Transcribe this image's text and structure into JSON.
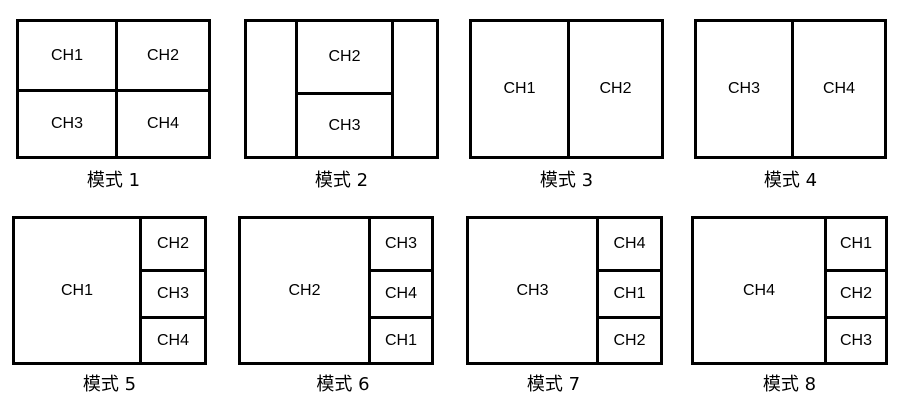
{
  "modes": [
    {
      "caption": "模式 1",
      "labels": [
        "CH1",
        "CH2",
        "CH3",
        "CH4"
      ]
    },
    {
      "caption": "模式 2",
      "labels": [
        "CH2",
        "CH3"
      ]
    },
    {
      "caption": "模式 3",
      "labels": [
        "CH1",
        "CH2"
      ]
    },
    {
      "caption": "模式 4",
      "labels": [
        "CH3",
        "CH4"
      ]
    },
    {
      "caption": "模式 5",
      "labels": [
        "CH1",
        "CH2",
        "CH3",
        "CH4"
      ]
    },
    {
      "caption": "模式 6",
      "labels": [
        "CH2",
        "CH3",
        "CH4",
        "CH1"
      ]
    },
    {
      "caption": "模式 7",
      "labels": [
        "CH3",
        "CH4",
        "CH1",
        "CH2"
      ]
    },
    {
      "caption": "模式 8",
      "labels": [
        "CH4",
        "CH1",
        "CH2",
        "CH3"
      ]
    }
  ]
}
